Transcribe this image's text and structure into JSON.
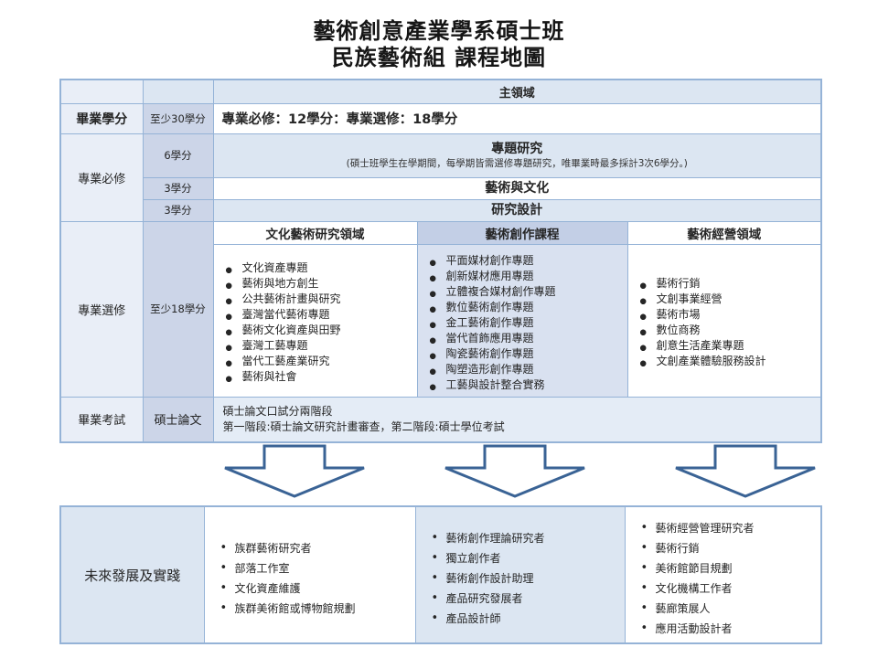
{
  "title": {
    "line1": "藝術創意產業學系碩士班",
    "line2": "民族藝術組  課程地圖"
  },
  "curriculum_table": {
    "main_area_header": "主領域",
    "graduation_credits": {
      "label": "畢業學分",
      "credits": "至少30學分",
      "content": "專業必修：12學分：專業選修：18學分"
    },
    "required": {
      "label": "專業必修",
      "courses": [
        {
          "credits": "6學分",
          "name": "專題研究",
          "note": "(碩士班學生在學期間，每學期皆需選修專題研究，唯畢業時最多採計3次6學分。)"
        },
        {
          "credits": "3學分",
          "name": "藝術與文化",
          "note": ""
        },
        {
          "credits": "3學分",
          "name": "研究設計",
          "note": ""
        }
      ]
    },
    "electives": {
      "label": "專業選修",
      "credits": "至少18學分",
      "columns": [
        {
          "header": "文化藝術研究領域",
          "items": [
            "文化資產專題",
            "藝術與地方創生",
            "公共藝術計畫與研究",
            "臺灣當代藝術專題",
            "藝術文化資產與田野",
            "臺灣工藝專題",
            "當代工藝產業研究",
            "藝術與社會"
          ]
        },
        {
          "header": "藝術創作課程",
          "items": [
            "平面媒材創作專題",
            "創新媒材應用專題",
            "立體複合媒材創作專題",
            "數位藝術創作專題",
            "金工藝術創作專題",
            "當代首飾應用專題",
            "陶瓷藝術創作專題",
            "陶塑造形創作專題",
            "工藝與設計整合實務"
          ]
        },
        {
          "header": "藝術經營領域",
          "items": [
            "藝術行銷",
            "文創事業經營",
            "藝術市場",
            "數位商務",
            "創意生活產業專題",
            "文創產業體驗服務設計"
          ]
        }
      ]
    },
    "graduation_exam": {
      "label": "畢業考試",
      "credits": "碩士論文",
      "line1": "碩士論文口試分兩階段",
      "line2": "第一階段:碩士論文研究計畫審查，第二階段:碩士學位考試"
    }
  },
  "future_table": {
    "label": "未來發展及實踐",
    "columns": [
      {
        "items": [
          "族群藝術研究者",
          "部落工作室",
          "文化資產維護",
          "族群美術館或博物館規劃"
        ]
      },
      {
        "items": [
          "藝術創作理論研究者",
          "獨立創作者",
          "藝術創作設計助理",
          "產品研究發展者",
          "產品設計師"
        ]
      },
      {
        "items": [
          "藝術經營管理研究者",
          "藝術行銷",
          "美術館節目規劃",
          "文化機構工作者",
          "藝廊策展人",
          "應用活動設計者"
        ]
      }
    ]
  },
  "colors": {
    "table_border": "#95b3d7",
    "light_blue_cell": "#dce6f2",
    "credit_cell": "#ccd5e8",
    "pale_label_cell": "#e9eef7",
    "middle_header_cell": "#c3cfe6",
    "middle_list_cell": "#d9e1f0",
    "arrow_outline": "#3a6395",
    "text": "#262626"
  }
}
